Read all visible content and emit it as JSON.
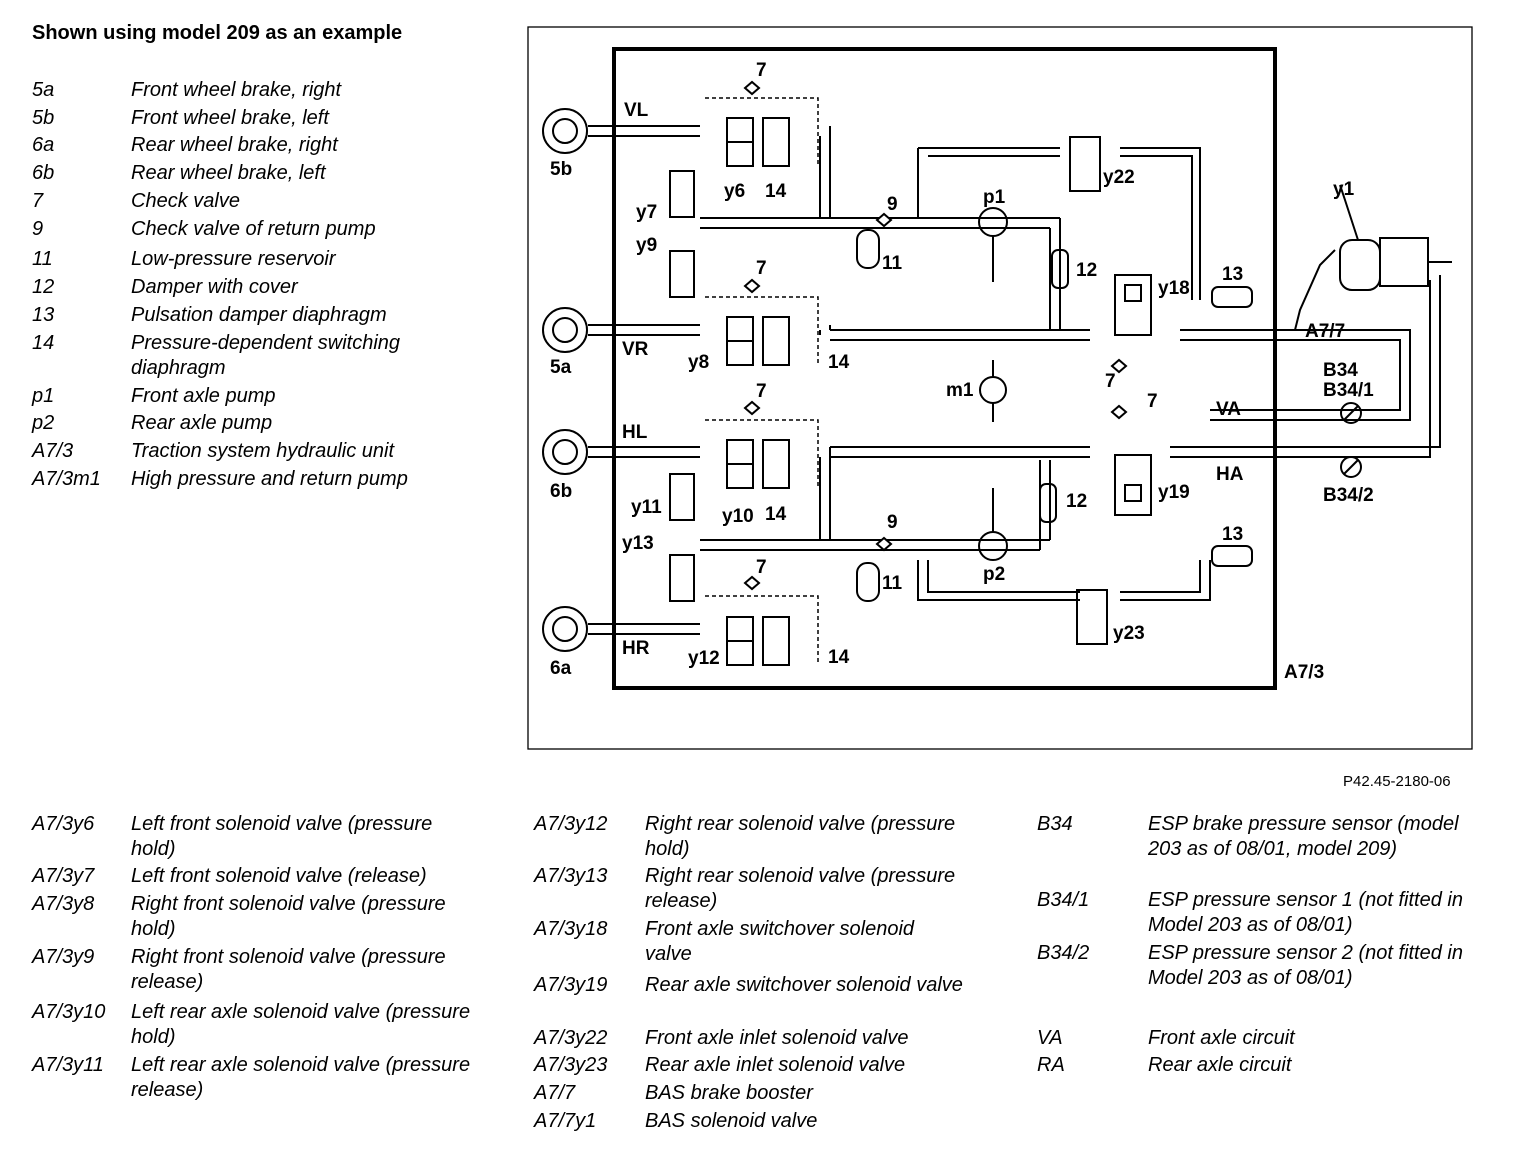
{
  "title": "Shown using model 209 as an example",
  "legend_top": [
    {
      "code": "5a",
      "desc": "Front wheel brake, right"
    },
    {
      "code": "5b",
      "desc": "Front wheel brake, left"
    },
    {
      "code": "6a",
      "desc": "Rear wheel brake, right"
    },
    {
      "code": "6b",
      "desc": "Rear wheel brake, left"
    },
    {
      "code": "7",
      "desc": "Check valve"
    },
    {
      "code": "9",
      "desc": "Check valve of return pump"
    },
    {
      "code": "11",
      "desc": "Low-pressure reservoir"
    },
    {
      "code": "12",
      "desc": "Damper with cover"
    },
    {
      "code": "13",
      "desc": "Pulsation damper diaphragm"
    },
    {
      "code": "14",
      "desc": "Pressure-dependent switching diaphragm"
    },
    {
      "code": "p1",
      "desc": "Front axle pump"
    },
    {
      "code": "p2",
      "desc": "Rear axle pump"
    },
    {
      "code": "A7/3",
      "desc": "Traction system hydraulic unit"
    },
    {
      "code": "A7/3m1",
      "desc": "High pressure and return pump"
    }
  ],
  "legend_col1": [
    {
      "code": "A7/3y6",
      "desc": "Left front solenoid valve (pressure hold)"
    },
    {
      "code": "A7/3y7",
      "desc": "Left front solenoid valve (release)"
    },
    {
      "code": "A7/3y8",
      "desc": "Right front solenoid valve (pressure hold)"
    },
    {
      "code": "A7/3y9",
      "desc": "Right front solenoid valve (pressure release)"
    },
    {
      "code": "A7/3y10",
      "desc": "Left rear axle solenoid valve (pressure hold)"
    },
    {
      "code": "A7/3y11",
      "desc": "Left rear axle solenoid valve (pressure release)"
    }
  ],
  "legend_col2": [
    {
      "code": "A7/3y12",
      "desc": "Right rear solenoid valve (pressure hold)"
    },
    {
      "code": "A7/3y13",
      "desc": "Right rear solenoid valve (pressure release)"
    },
    {
      "code": "A7/3y18",
      "desc": "Front axle switchover solenoid valve"
    },
    {
      "code": "A7/3y19",
      "desc": "Rear axle switchover solenoid valve"
    },
    {
      "code": "A7/3y22",
      "desc": "Front axle inlet solenoid valve"
    },
    {
      "code": "A7/3y23",
      "desc": "Rear axle inlet solenoid valve"
    },
    {
      "code": "A7/7",
      "desc": "BAS brake booster"
    },
    {
      "code": "A7/7y1",
      "desc": "BAS solenoid valve"
    }
  ],
  "legend_col3": [
    {
      "code": "B34",
      "desc": "ESP brake pressure sensor (model 203 as of 08/01, model 209)"
    },
    {
      "code": "B34/1",
      "desc": "ESP pressure sensor 1 (not fitted in Model 203 as of 08/01)"
    },
    {
      "code": "B34/2",
      "desc": "ESP pressure sensor 2 (not fitted in Model 203 as of 08/01)"
    },
    {
      "code": "VA",
      "desc": "Front axle circuit"
    },
    {
      "code": "RA",
      "desc": "Rear axle circuit"
    }
  ],
  "figure_ref": "P42.45-2180-06",
  "diagram_labels": {
    "brake_5b": "5b",
    "brake_5a": "5a",
    "brake_6b": "6b",
    "brake_6a": "6a",
    "vl": "VL",
    "vr": "VR",
    "hl": "HL",
    "hr": "HR",
    "va": "VA",
    "ha": "HA",
    "y6": "y6",
    "y7": "y7",
    "y8": "y8",
    "y9": "y9",
    "y10": "y10",
    "y11": "y11",
    "y12": "y12",
    "y13": "y13",
    "y18": "y18",
    "y19": "y19",
    "y22": "y22",
    "y23": "y23",
    "p1": "p1",
    "p2": "p2",
    "m1": "m1",
    "unit": "A7/3",
    "n7": "7",
    "n9": "9",
    "n11": "11",
    "n12": "12",
    "n13": "13",
    "n14": "14",
    "y1": "y1",
    "a77": "A7/7",
    "b34": "B34",
    "b341": "B34/1",
    "b342": "B34/2"
  }
}
